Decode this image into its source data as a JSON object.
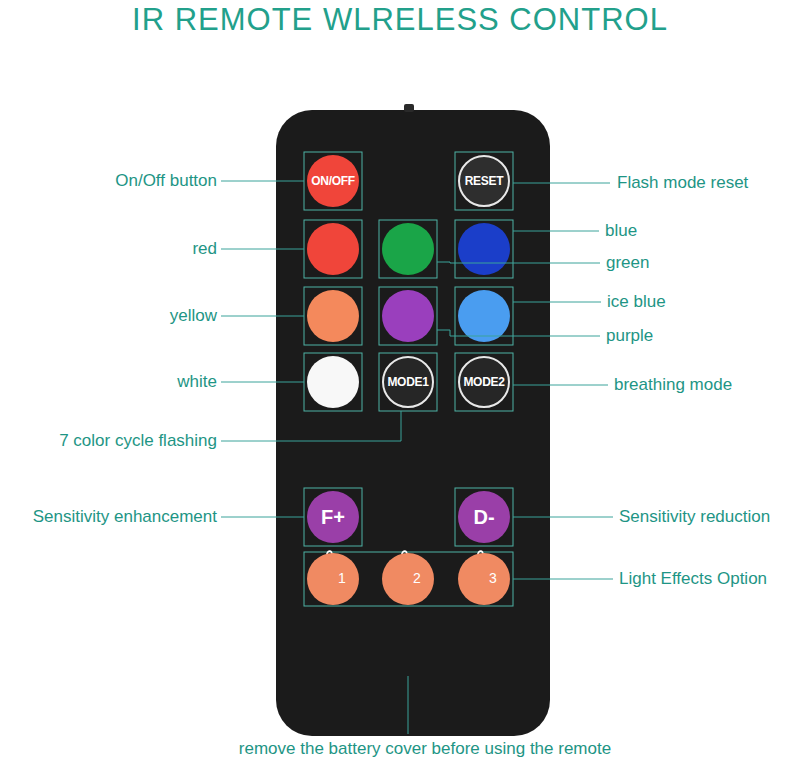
{
  "diagram": {
    "title": "IR REMOTE WLRELESS CONTROL",
    "nodes": [
      {
        "text": [
          "ON/OFF"
        ]
      },
      {
        "text": [
          "RESET"
        ]
      },
      {
        "text": [
          "MODE1"
        ]
      },
      {
        "text": [
          "MODE2"
        ]
      },
      {
        "text": [
          "F+"
        ]
      },
      {
        "text": [
          "D-"
        ]
      },
      {
        "text": [
          "1"
        ]
      },
      {
        "text": [
          "2"
        ]
      },
      {
        "text": [
          "3"
        ]
      }
    ],
    "labels": [
      "On/Off button",
      "Flash mode reset",
      "red",
      "blue",
      "green",
      "yellow",
      "ice blue",
      "purple",
      "white",
      "breathing mode",
      "7 color cycle flashing",
      "Sensitivity enhancement",
      "Sensitivity reduction",
      "Light Effects Option",
      "remove the battery cover before using the remote"
    ]
  }
}
